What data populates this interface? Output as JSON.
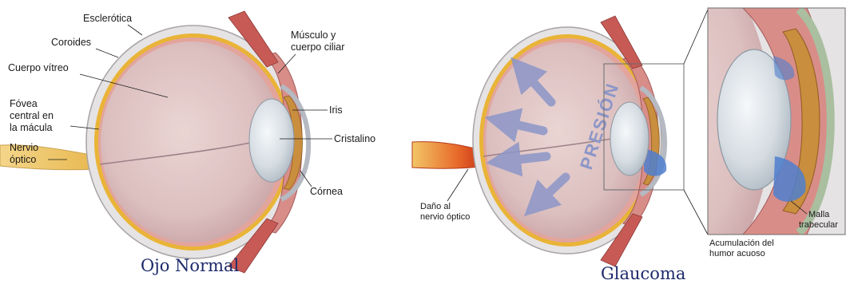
{
  "normal_eye": {
    "title": "Ojo Normal",
    "labels": {
      "sclera": "Esclerótica",
      "choroid": "Coroides",
      "vitreous": "Cuerpo vítreo",
      "fovea_1": "Fóvea",
      "fovea_2": "central en",
      "fovea_3": "la mácula",
      "optic_nerve_1": "Nervio",
      "optic_nerve_2": "óptico",
      "ciliary_1": "Músculo y",
      "ciliary_2": "cuerpo ciliar",
      "iris": "Iris",
      "lens": "Cristalino",
      "cornea": "Córnea"
    }
  },
  "glaucoma_eye": {
    "title": "Glaucoma",
    "pressure_word": "PRESIÓN",
    "labels": {
      "nerve_damage_1": "Daño al",
      "nerve_damage_2": "nervio óptico",
      "meshwork_1": "Malla",
      "meshwork_2": "trabecular",
      "fluid_1": "Acumulación del",
      "fluid_2": "humor acuoso"
    }
  },
  "colors": {
    "title": "#1d2a6b",
    "sclera": "#e6e3e4",
    "choroid": "#e9b437",
    "retina": "#e3a49c",
    "vitreous": "#ddc2c4",
    "iris": "#c98e3e",
    "aqueous": "#4f7fcf",
    "pressure_arrow": "#8c96c8",
    "nerve": "#f0c060",
    "nerve_damage": "#d33a1c"
  }
}
